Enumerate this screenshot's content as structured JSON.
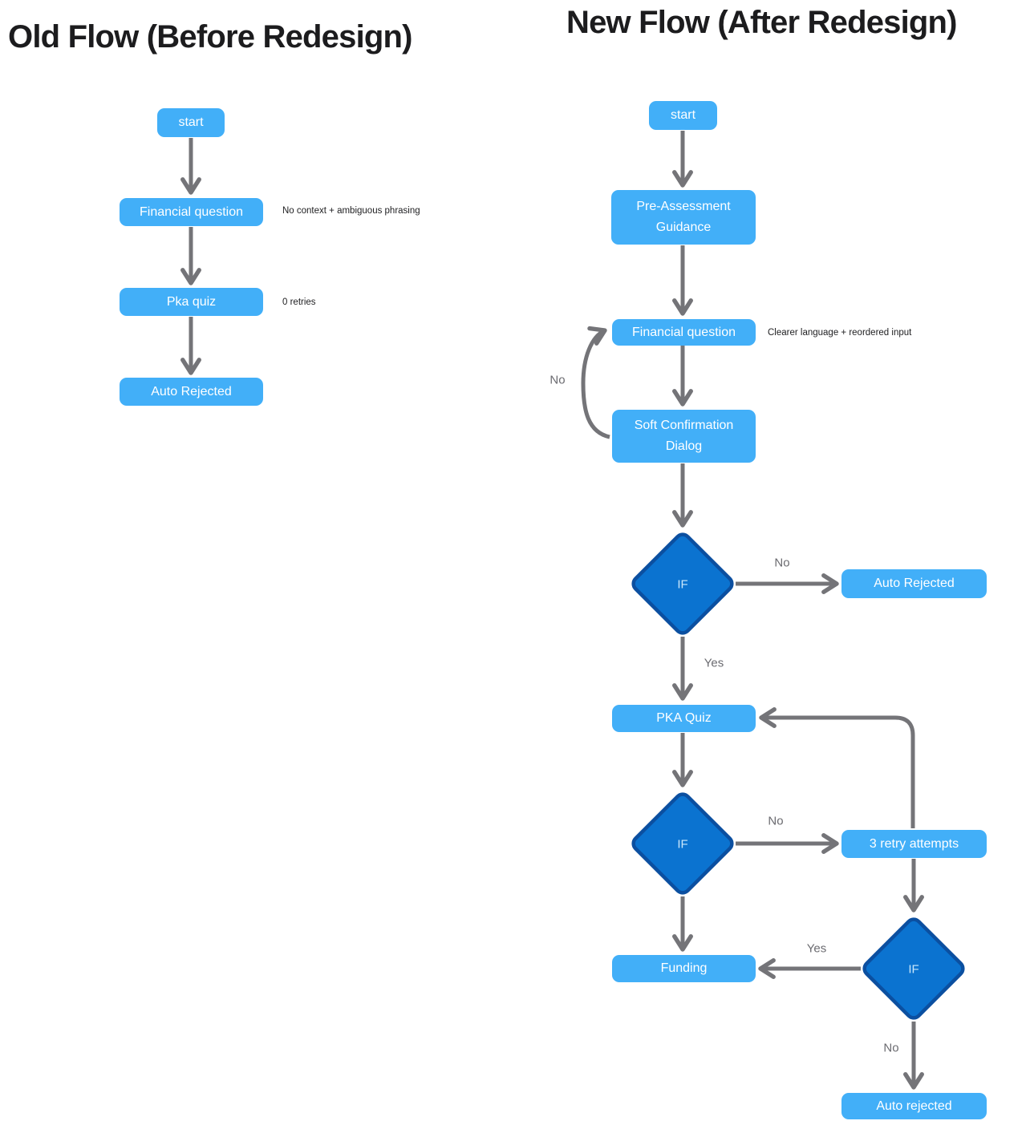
{
  "palette": {
    "node_fill": "#42aff8",
    "node_text": "#ffffff",
    "diamond_fill": "#0b73d0",
    "diamond_border": "#0b4fa0",
    "if_text": "#c9e7fb",
    "arrow": "#747478",
    "edge_label": "#6b6b70",
    "annotation": "#1e1e20",
    "title": "#1c1c1e"
  },
  "old_flow": {
    "title": "Old Flow (Before Redesign)",
    "nodes": {
      "start": "start",
      "financial": "Financial question",
      "pka": "Pka quiz",
      "rejected": "Auto Rejected"
    },
    "annotations": {
      "financial": "No context + ambiguous phrasing",
      "pka": "0 retries"
    }
  },
  "new_flow": {
    "title": "New Flow (After Redesign)",
    "nodes": {
      "start": "start",
      "pre_assessment": "Pre-Assessment Guidance",
      "financial": "Financial question",
      "soft_confirmation": "Soft Confirmation Dialog",
      "auto_rejected_top": "Auto Rejected",
      "pka_quiz": "PKA Quiz",
      "retry": "3 retry attempts",
      "funding": "Funding",
      "auto_rejected_bottom": "Auto rejected"
    },
    "decisions": {
      "if1": "IF",
      "if2": "IF",
      "if3": "IF"
    },
    "edge_labels": {
      "loop_no": "No",
      "if1_no": "No",
      "if1_yes": "Yes",
      "if2_no": "No",
      "if3_yes": "Yes",
      "if3_no": "No"
    },
    "annotations": {
      "financial": "Clearer language + reordered input"
    }
  }
}
